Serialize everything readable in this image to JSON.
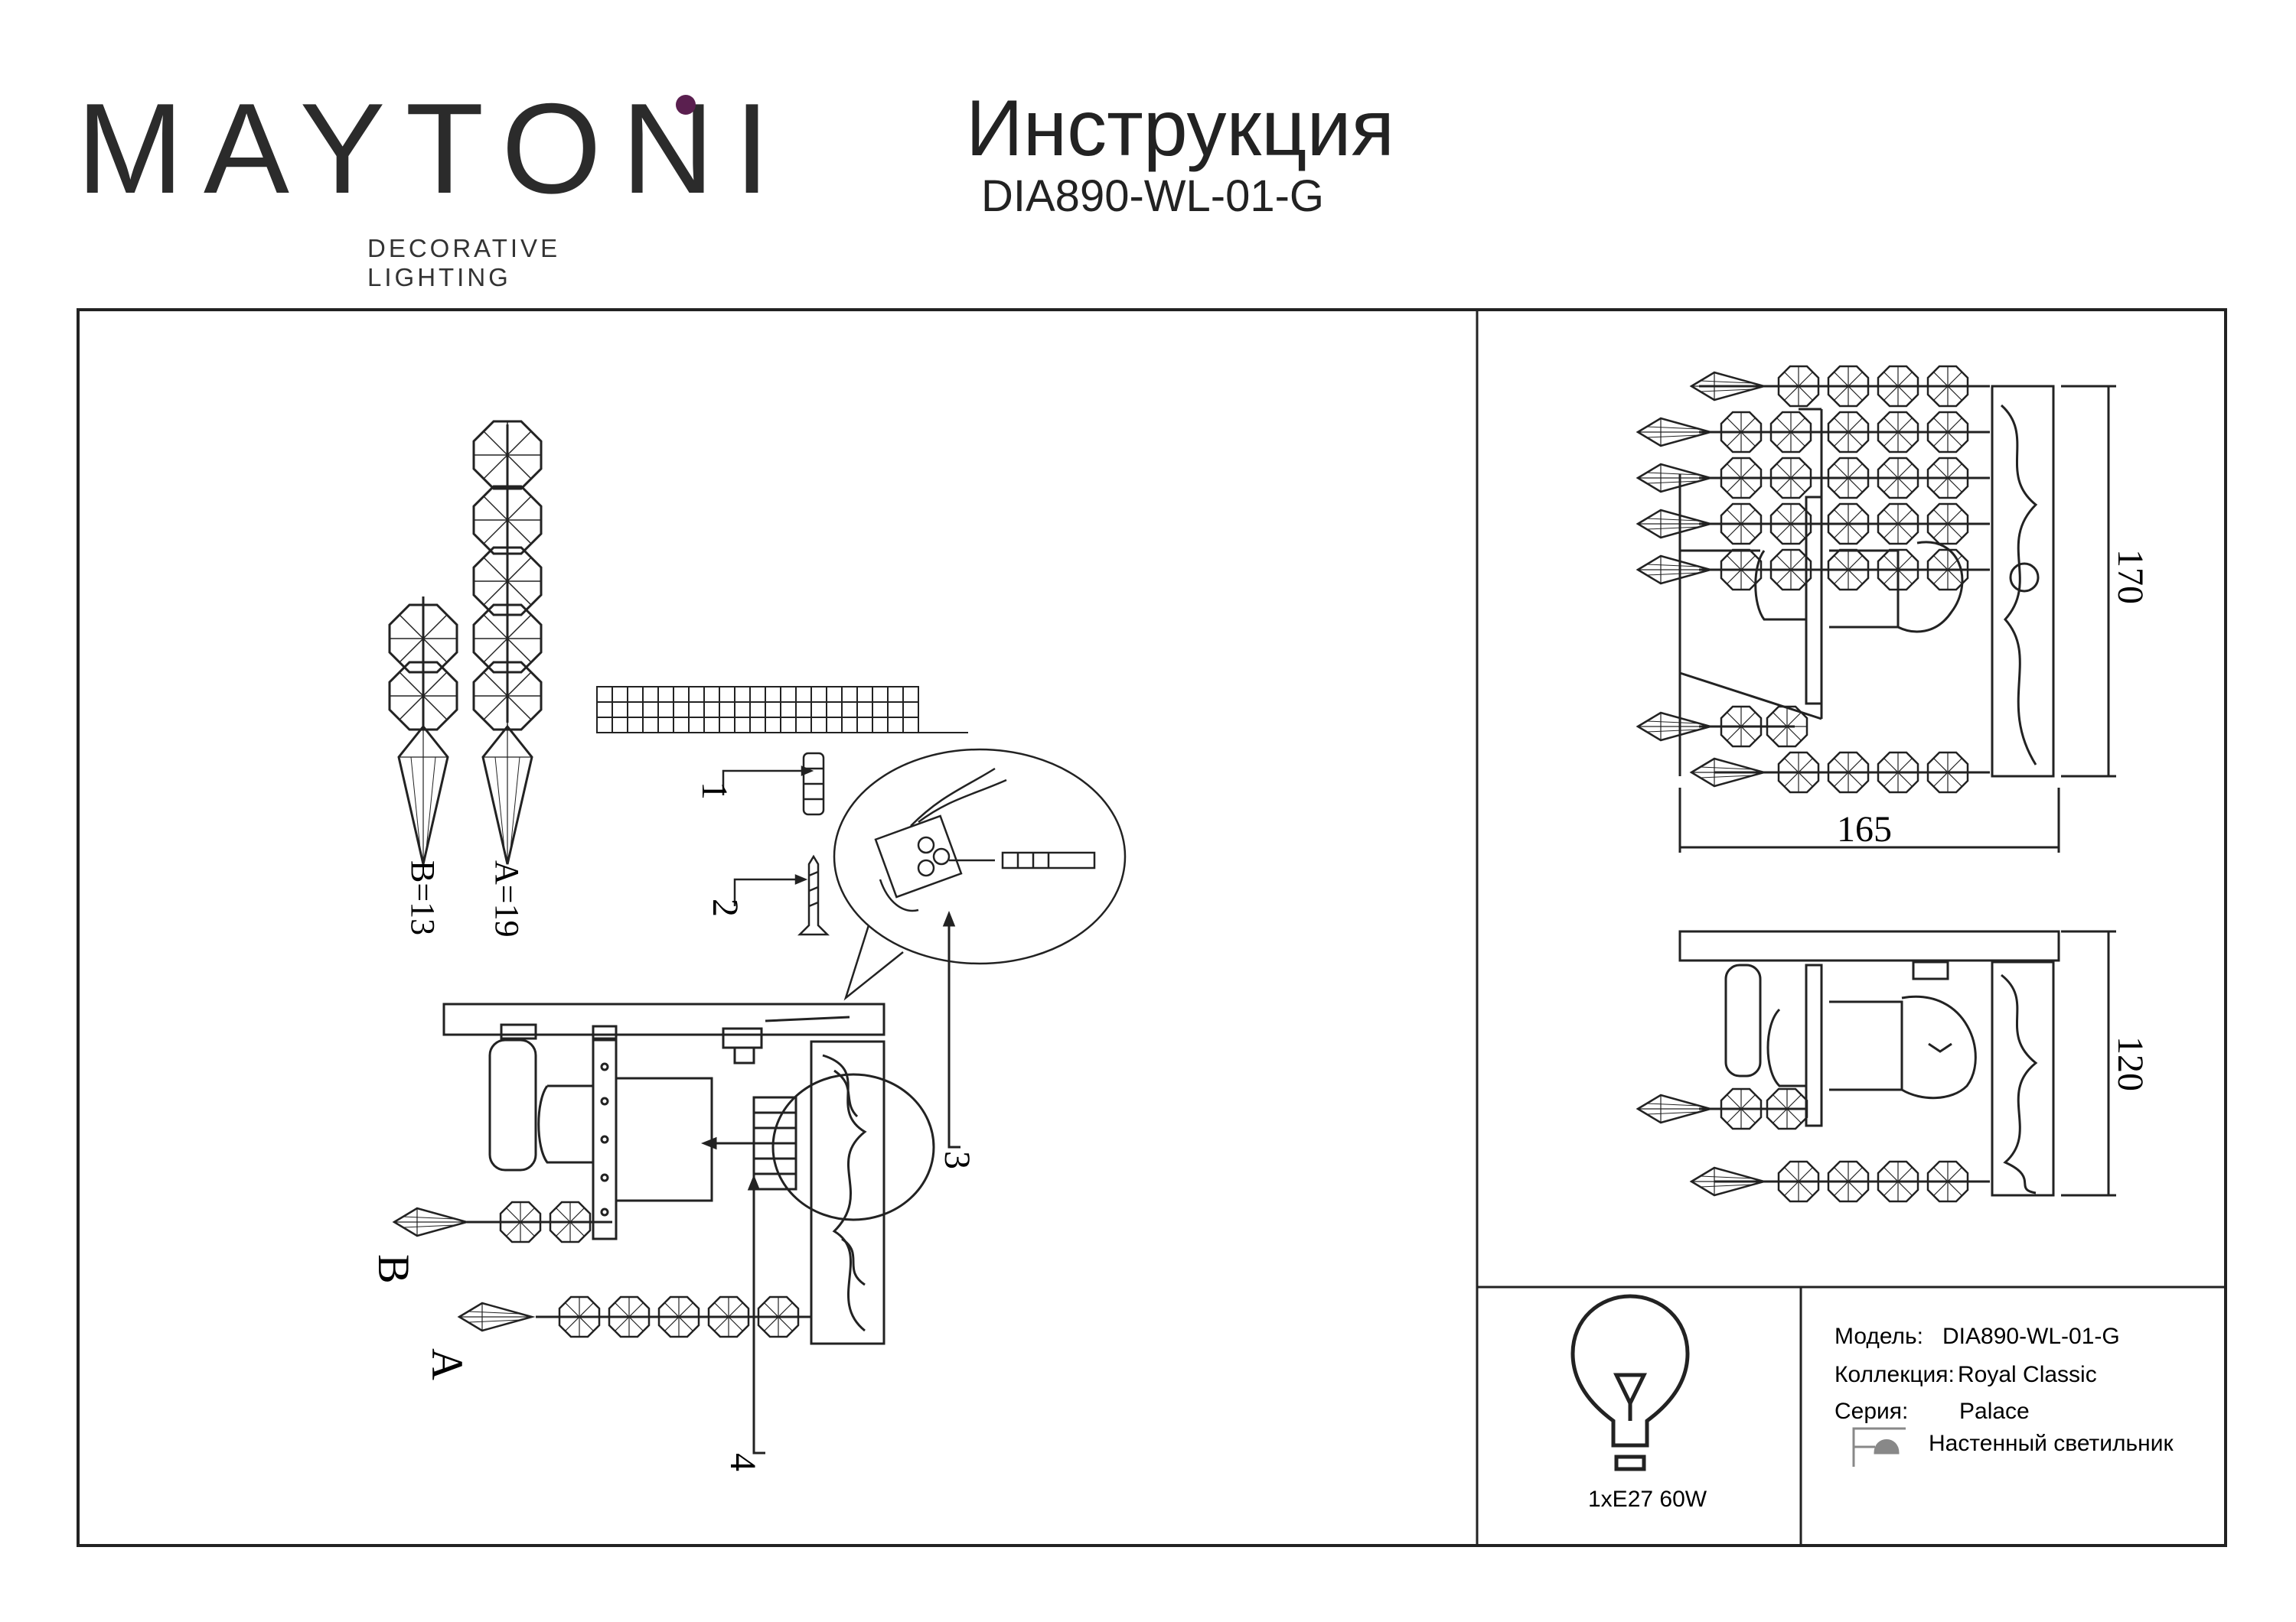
{
  "header": {
    "brand_name": "MAYTONI",
    "brand_tagline": "DECORATIVE LIGHTING",
    "title": "Инструкция",
    "model_code": "DIA890-WL-01-G"
  },
  "assembly": {
    "string_a_label": "A=19",
    "string_b_label": "B=13",
    "callouts": [
      "1",
      "2",
      "3",
      "4"
    ],
    "row_labels": [
      "B",
      "A"
    ]
  },
  "dimensions": {
    "width": "165",
    "height_front": "170",
    "height_side": "120"
  },
  "lamp": {
    "icon": "light-bulb-icon",
    "spec": "1xE27 60W"
  },
  "specs": {
    "model_label": "Модель:",
    "model_value": "DIA890-WL-01-G",
    "collection_label": "Коллекция:",
    "collection_value": "Royal Classic",
    "series_label": "Серия:",
    "series_value": "Palace",
    "type_icon": "wall-lamp-icon",
    "type_value": "Настенный светильник"
  },
  "colors": {
    "brand_accent": "#5a1f4f",
    "line": "#222222"
  }
}
